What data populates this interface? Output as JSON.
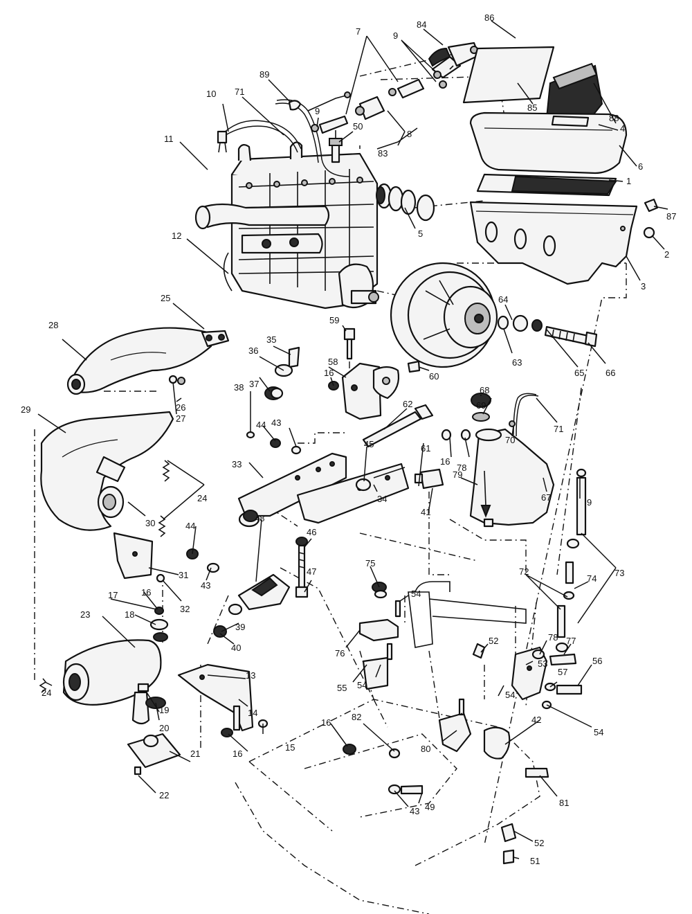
{
  "labels": [
    {
      "id": "86",
      "text": "86"
    },
    {
      "id": "84",
      "text": "84"
    },
    {
      "id": "7",
      "text": "7"
    },
    {
      "id": "9a",
      "text": "9"
    },
    {
      "id": "89",
      "text": "89"
    },
    {
      "id": "71a",
      "text": "71"
    },
    {
      "id": "10",
      "text": "10"
    },
    {
      "id": "9b",
      "text": "9"
    },
    {
      "id": "50",
      "text": "50"
    },
    {
      "id": "85",
      "text": "85"
    },
    {
      "id": "88",
      "text": "88"
    },
    {
      "id": "4",
      "text": "4"
    },
    {
      "id": "8",
      "text": "8"
    },
    {
      "id": "83",
      "text": "83"
    },
    {
      "id": "11",
      "text": "11"
    },
    {
      "id": "6",
      "text": "6"
    },
    {
      "id": "1",
      "text": "1"
    },
    {
      "id": "87",
      "text": "87"
    },
    {
      "id": "5",
      "text": "5"
    },
    {
      "id": "2",
      "text": "2"
    },
    {
      "id": "12",
      "text": "12"
    },
    {
      "id": "3",
      "text": "3"
    },
    {
      "id": "25",
      "text": "25"
    },
    {
      "id": "64",
      "text": "64"
    },
    {
      "id": "28",
      "text": "28"
    },
    {
      "id": "59",
      "text": "59"
    },
    {
      "id": "63",
      "text": "63"
    },
    {
      "id": "65",
      "text": "65"
    },
    {
      "id": "66",
      "text": "66"
    },
    {
      "id": "35",
      "text": "35"
    },
    {
      "id": "36",
      "text": "36"
    },
    {
      "id": "58",
      "text": "58"
    },
    {
      "id": "16a",
      "text": "16"
    },
    {
      "id": "60",
      "text": "60"
    },
    {
      "id": "68",
      "text": "68"
    },
    {
      "id": "26",
      "text": "26"
    },
    {
      "id": "27",
      "text": "27"
    },
    {
      "id": "37",
      "text": "37"
    },
    {
      "id": "69",
      "text": "69"
    },
    {
      "id": "71b",
      "text": "71"
    },
    {
      "id": "29",
      "text": "29"
    },
    {
      "id": "38",
      "text": "38"
    },
    {
      "id": "62",
      "text": "62"
    },
    {
      "id": "70",
      "text": "70"
    },
    {
      "id": "44a",
      "text": "44"
    },
    {
      "id": "43a",
      "text": "43"
    },
    {
      "id": "61",
      "text": "61"
    },
    {
      "id": "16b",
      "text": "16"
    },
    {
      "id": "78a",
      "text": "78"
    },
    {
      "id": "45",
      "text": "45"
    },
    {
      "id": "79",
      "text": "79"
    },
    {
      "id": "9c",
      "text": "9"
    },
    {
      "id": "33",
      "text": "33"
    },
    {
      "id": "24a",
      "text": "24"
    },
    {
      "id": "67",
      "text": "67"
    },
    {
      "id": "34",
      "text": "34"
    },
    {
      "id": "41",
      "text": "41"
    },
    {
      "id": "30",
      "text": "30"
    },
    {
      "id": "44b",
      "text": "44"
    },
    {
      "id": "48",
      "text": "48"
    },
    {
      "id": "72",
      "text": "72"
    },
    {
      "id": "73",
      "text": "73"
    },
    {
      "id": "74",
      "text": "74"
    },
    {
      "id": "46",
      "text": "46"
    },
    {
      "id": "31",
      "text": "31"
    },
    {
      "id": "47",
      "text": "47"
    },
    {
      "id": "43b",
      "text": "43"
    },
    {
      "id": "75",
      "text": "75"
    },
    {
      "id": "32",
      "text": "32"
    },
    {
      "id": "54a",
      "text": "54"
    },
    {
      "id": "16c",
      "text": "16"
    },
    {
      "id": "17",
      "text": "17"
    },
    {
      "id": "39",
      "text": "39"
    },
    {
      "id": "18",
      "text": "18"
    },
    {
      "id": "23",
      "text": "23"
    },
    {
      "id": "40",
      "text": "40"
    },
    {
      "id": "76",
      "text": "76"
    },
    {
      "id": "78b",
      "text": "78"
    },
    {
      "id": "77",
      "text": "77"
    },
    {
      "id": "52a",
      "text": "52"
    },
    {
      "id": "53",
      "text": "53"
    },
    {
      "id": "56",
      "text": "56"
    },
    {
      "id": "55",
      "text": "55"
    },
    {
      "id": "54b",
      "text": "54"
    },
    {
      "id": "57",
      "text": "57"
    },
    {
      "id": "13",
      "text": "13"
    },
    {
      "id": "24b",
      "text": "24"
    },
    {
      "id": "54c",
      "text": "54"
    },
    {
      "id": "19",
      "text": "19"
    },
    {
      "id": "14",
      "text": "14"
    },
    {
      "id": "20",
      "text": "20"
    },
    {
      "id": "54d",
      "text": "54"
    },
    {
      "id": "42",
      "text": "42"
    },
    {
      "id": "15",
      "text": "15"
    },
    {
      "id": "16d",
      "text": "16"
    },
    {
      "id": "82",
      "text": "82"
    },
    {
      "id": "16e",
      "text": "16"
    },
    {
      "id": "80",
      "text": "80"
    },
    {
      "id": "21",
      "text": "21"
    },
    {
      "id": "81",
      "text": "81"
    },
    {
      "id": "22",
      "text": "22"
    },
    {
      "id": "43c",
      "text": "43"
    },
    {
      "id": "49",
      "text": "49"
    },
    {
      "id": "52b",
      "text": "52"
    },
    {
      "id": "51",
      "text": "51"
    }
  ]
}
